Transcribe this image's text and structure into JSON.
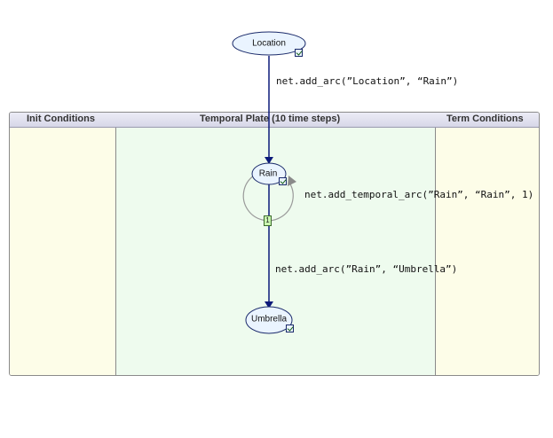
{
  "plate": {
    "init_title": "Init Conditions",
    "temporal_title": "Temporal Plate (10 time steps)",
    "term_title": "Term Conditions"
  },
  "nodes": {
    "location": "Location",
    "rain": "Rain",
    "umbrella": "Umbrella"
  },
  "code": {
    "arc1": "net.add_arc(”Location”, “Rain”)",
    "temporal_arc": "net.add_temporal_arc(”Rain”, “Rain”, 1)",
    "arc2": "net.add_arc(”Rain”, “Umbrella”)"
  },
  "temporal_order": "1",
  "colors": {
    "arc": "#0c1a7a",
    "node_fill": "#eaf4ff",
    "node_border": "#1a2a6a",
    "init_term_bg": "#fdfde8",
    "temporal_bg": "#eefbee"
  }
}
